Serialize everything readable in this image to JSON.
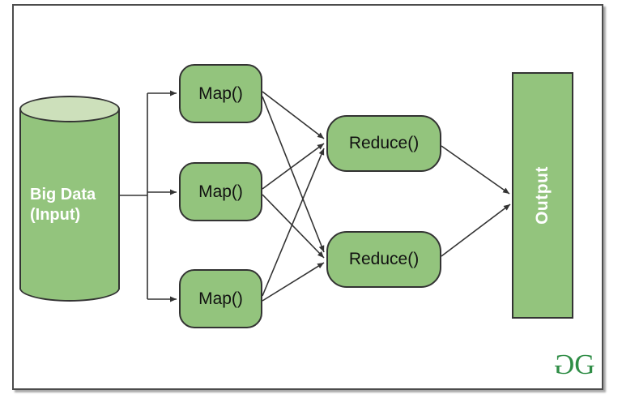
{
  "diagram": {
    "type": "flow-diagram",
    "subject": "MapReduce data flow",
    "nodes": {
      "input": {
        "shape": "cylinder",
        "label_line1": "Big Data",
        "label_line2": "(Input)"
      },
      "maps": [
        {
          "label": "Map()"
        },
        {
          "label": "Map()"
        },
        {
          "label": "Map()"
        }
      ],
      "reduces": [
        {
          "label": "Reduce()"
        },
        {
          "label": "Reduce()"
        }
      ],
      "output": {
        "shape": "rectangle",
        "label": "Output"
      }
    },
    "edges": [
      "input -> map-1",
      "input -> map-2",
      "input -> map-3",
      "map-1 -> reduce-1",
      "map-1 -> reduce-2",
      "map-2 -> reduce-1",
      "map-2 -> reduce-2",
      "map-3 -> reduce-1",
      "map-3 -> reduce-2",
      "reduce-1 -> output",
      "reduce-2 -> output"
    ]
  },
  "logo": {
    "g_left": "G",
    "g_right": "G"
  },
  "colors": {
    "shape_fill": "#93c47d",
    "cylinder_top_fill": "#cde0bb",
    "shape_border": "#333333",
    "connector_line": "#333333",
    "label_dark": "#111111",
    "label_light": "#ffffff",
    "logo_green": "#2f8d46",
    "frame_border": "#4c4c4c"
  }
}
